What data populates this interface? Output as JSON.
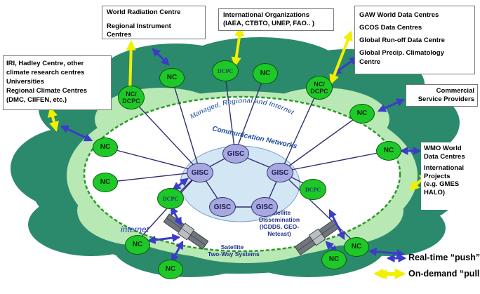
{
  "boxes": {
    "world_radiation": [
      "World Radiation Centre",
      "Regional Instrument",
      "Centres"
    ],
    "intl_orgs": [
      "International Organizations",
      "(IAEA, CTBTO, UNEP, FAO.. )"
    ],
    "gaw": [
      "GAW World Data Centres",
      "GCOS Data Centres",
      "Global Run-off Data Centre",
      "Global Precip. Climatology",
      "Centre"
    ],
    "iri": [
      "IRI, Hadley Centre, other",
      "climate research centres",
      "Universities",
      "Regional Climate Centres",
      "(DMC, CIIFEN, etc.)"
    ],
    "commercial": [
      "Commercial",
      "Service Providers"
    ],
    "wmo": [
      "WMO World",
      "Data Centres",
      "International",
      "Projects",
      "(e.g. GMES",
      "HALO)"
    ]
  },
  "labels": {
    "network": [
      "Managed, Regional and Internet",
      "Communication Networks"
    ],
    "internet": "internet",
    "sat_two_way": [
      "Satellite",
      "Two-Way Systems"
    ],
    "sat_dissem": [
      "Satellite",
      "Dissemination",
      "(IGDDS, GEO-",
      "Netcast)"
    ]
  },
  "nodes": {
    "nc": "NC",
    "nc_dcpc": [
      "NC/",
      "DCPC"
    ],
    "dcpc": "DCPC",
    "gisc": "GISC"
  },
  "legend": {
    "push": "Real-time “push”",
    "pull": "On-demand “pull”"
  },
  "colors": {
    "cloud_dark": "#2b8a6c",
    "cloud_light": "#b8e8b4",
    "ring_inner": "#ffffff",
    "ring_border": "#2a9a2a",
    "gisc_ellipse": "#d2e6f4",
    "node_green": "#1ec828",
    "gisc_node": "#a8a8e0",
    "push_arrow": "#3c3cc8",
    "pull_arrow": "#f0f000",
    "net_text": "#1f4e9a"
  }
}
